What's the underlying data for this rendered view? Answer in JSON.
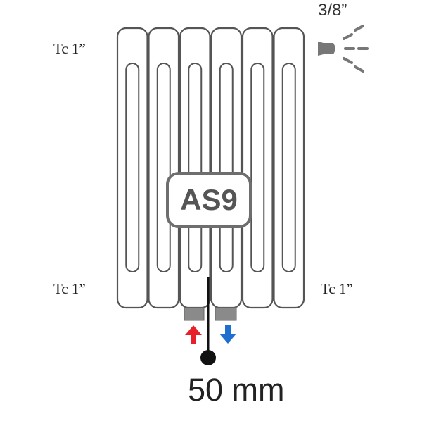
{
  "labels": {
    "connection_top_left": "Tc 1”",
    "connection_bottom_left": "Tc 1”",
    "connection_bottom_right": "Tc 1”",
    "vent_thread": "3/8”"
  },
  "model": "AS9",
  "center_distance": "50 mm",
  "radiator": {
    "column_count": 6
  },
  "colors": {
    "outline": "#555555",
    "badge_text": "#555555",
    "supply_arrow": "#e8202a",
    "return_arrow": "#1f6fd1",
    "valve": "#8a8a8a",
    "vent": "#777777"
  },
  "icons": {
    "supply": "red-up-arrow-icon",
    "return": "blue-down-arrow-icon",
    "vent": "air-vent-spray-icon",
    "valve": "valve-icon"
  }
}
